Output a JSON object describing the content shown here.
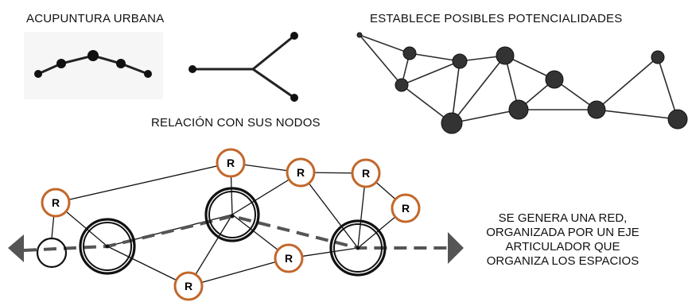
{
  "labels": {
    "acupuntura": "ACUPUNTURA URBANA",
    "establece": "ESTABLECE POSIBLES POTENCIALIDADES",
    "relacion": "RELACIÓN CON SUS NODOS",
    "red_lines": [
      "SE GENERA UNA RED,",
      "ORGANIZADA POR UN EJE",
      "ARTICULADOR QUE",
      "ORGANIZA LOS ESPACIOS"
    ]
  },
  "node_letter": "R",
  "colors": {
    "ink": "#1a1a1a",
    "orange": "#c2672a",
    "axis": "#555555",
    "sketch": "#2b2b2b"
  }
}
